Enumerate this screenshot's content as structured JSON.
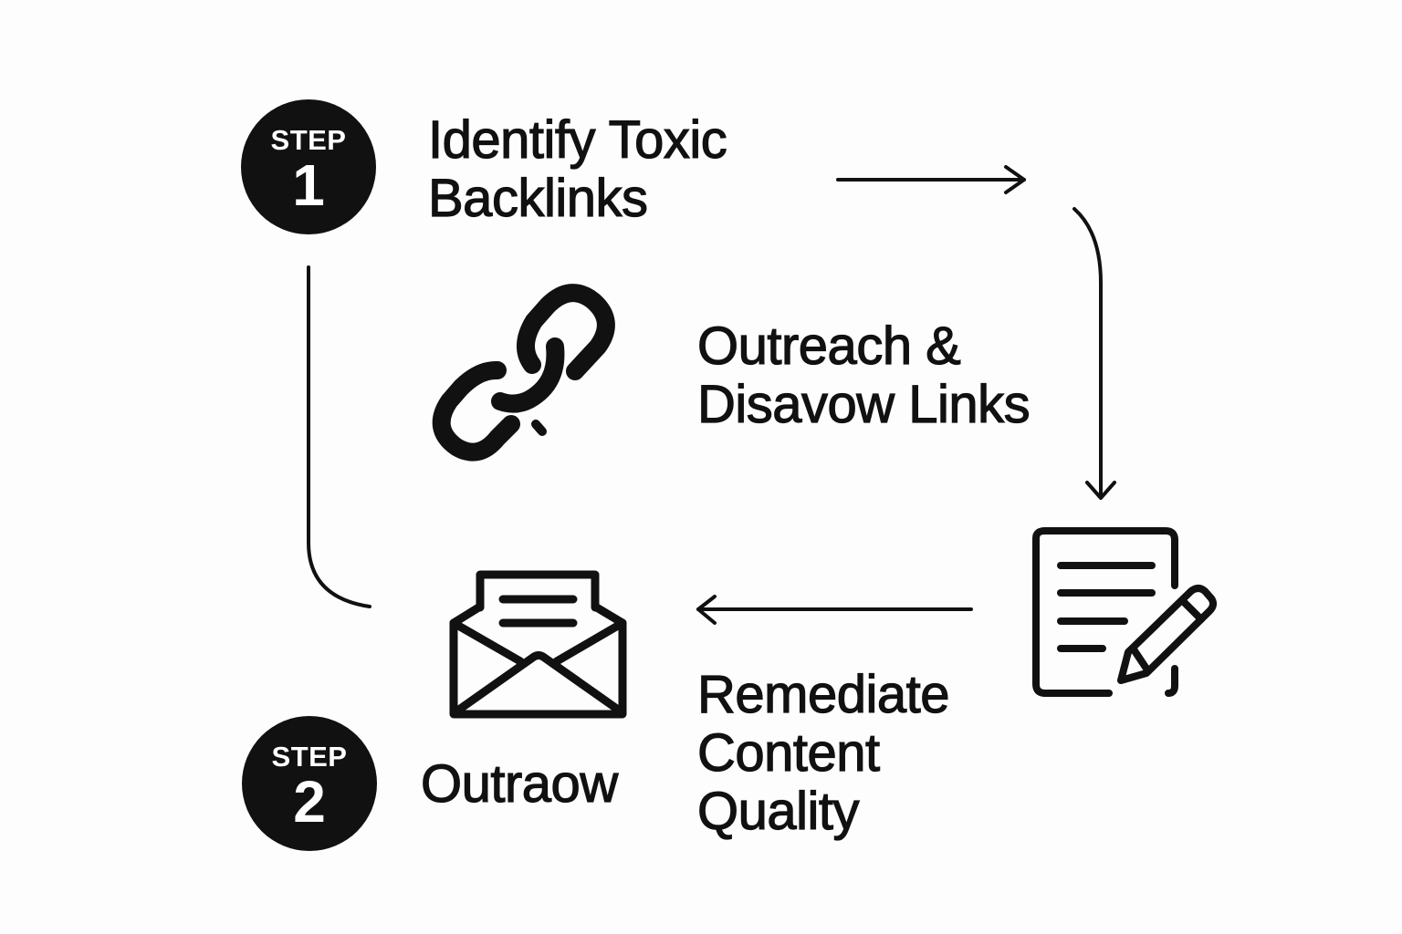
{
  "diagram": {
    "type": "process-flow",
    "colors": {
      "ink": "#111111",
      "background": "#fdfdfd",
      "badge_text": "#ffffff"
    },
    "steps": [
      {
        "badge_word": "STEP",
        "badge_number": "1",
        "label": "Identify Toxic\nBacklinks"
      },
      {
        "badge_word": "STEP",
        "badge_number": "2",
        "label": "Outraow"
      }
    ],
    "nodes": [
      {
        "id": "outreach",
        "icon": "broken-chain-link-icon",
        "label": "Outreach &\nDisavow Links"
      },
      {
        "id": "remediate",
        "icon": "document-edit-icon",
        "label": "Remediate\nContent\nQuality"
      },
      {
        "id": "outraow",
        "icon": "open-envelope-icon",
        "label": "Outraow"
      }
    ],
    "connectors": [
      {
        "from": "step-1-label",
        "to": "right",
        "style": "arrow-right"
      },
      {
        "from": "top-right",
        "to": "document-edit-icon",
        "style": "curved-arrow-down"
      },
      {
        "from": "document-edit-icon",
        "to": "open-envelope-icon",
        "style": "arrow-left"
      },
      {
        "from": "step-1-badge",
        "to": "open-envelope-icon",
        "style": "curved-line"
      }
    ]
  }
}
